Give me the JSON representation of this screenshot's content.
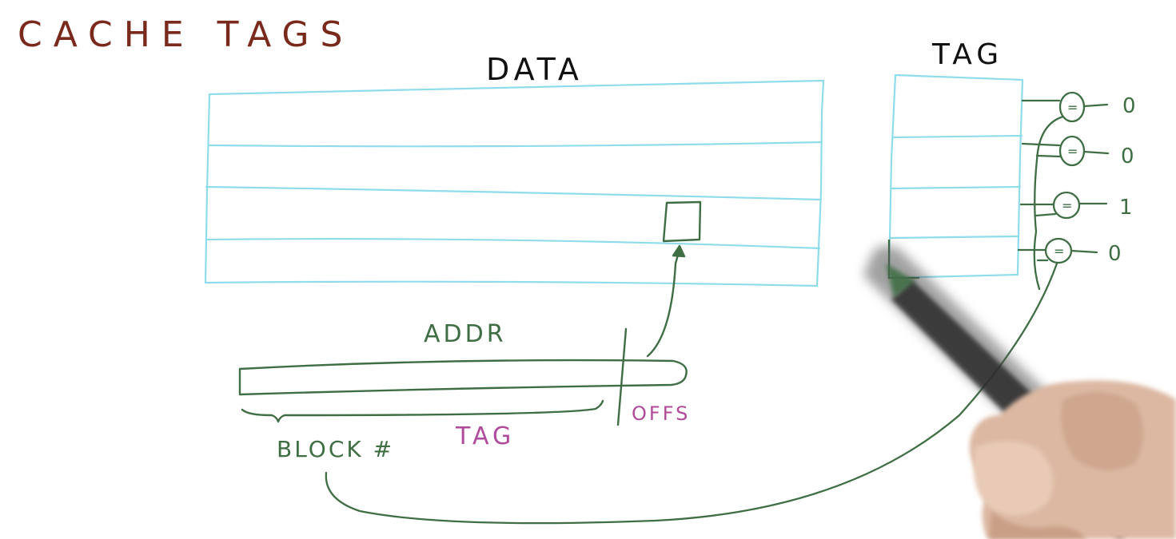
{
  "title": "CACHE TAGS",
  "data_label": "DATA",
  "tag_array_label": "TAG",
  "addr_label": "ADDR",
  "offs_label": "OFFS",
  "block_label": "BLOCK #",
  "tag_field_label": "TAG",
  "comparator_outputs": [
    "0",
    "0",
    "1",
    "0"
  ],
  "comparator_symbol": "=",
  "colors": {
    "title": "#7a2a1c",
    "array_lines": "#8fdcea",
    "ink_green": "#3f6e45",
    "ink_magenta": "#b04a9a",
    "ink_black": "#111111"
  },
  "icons": [
    "pen-icon",
    "hand-icon"
  ]
}
